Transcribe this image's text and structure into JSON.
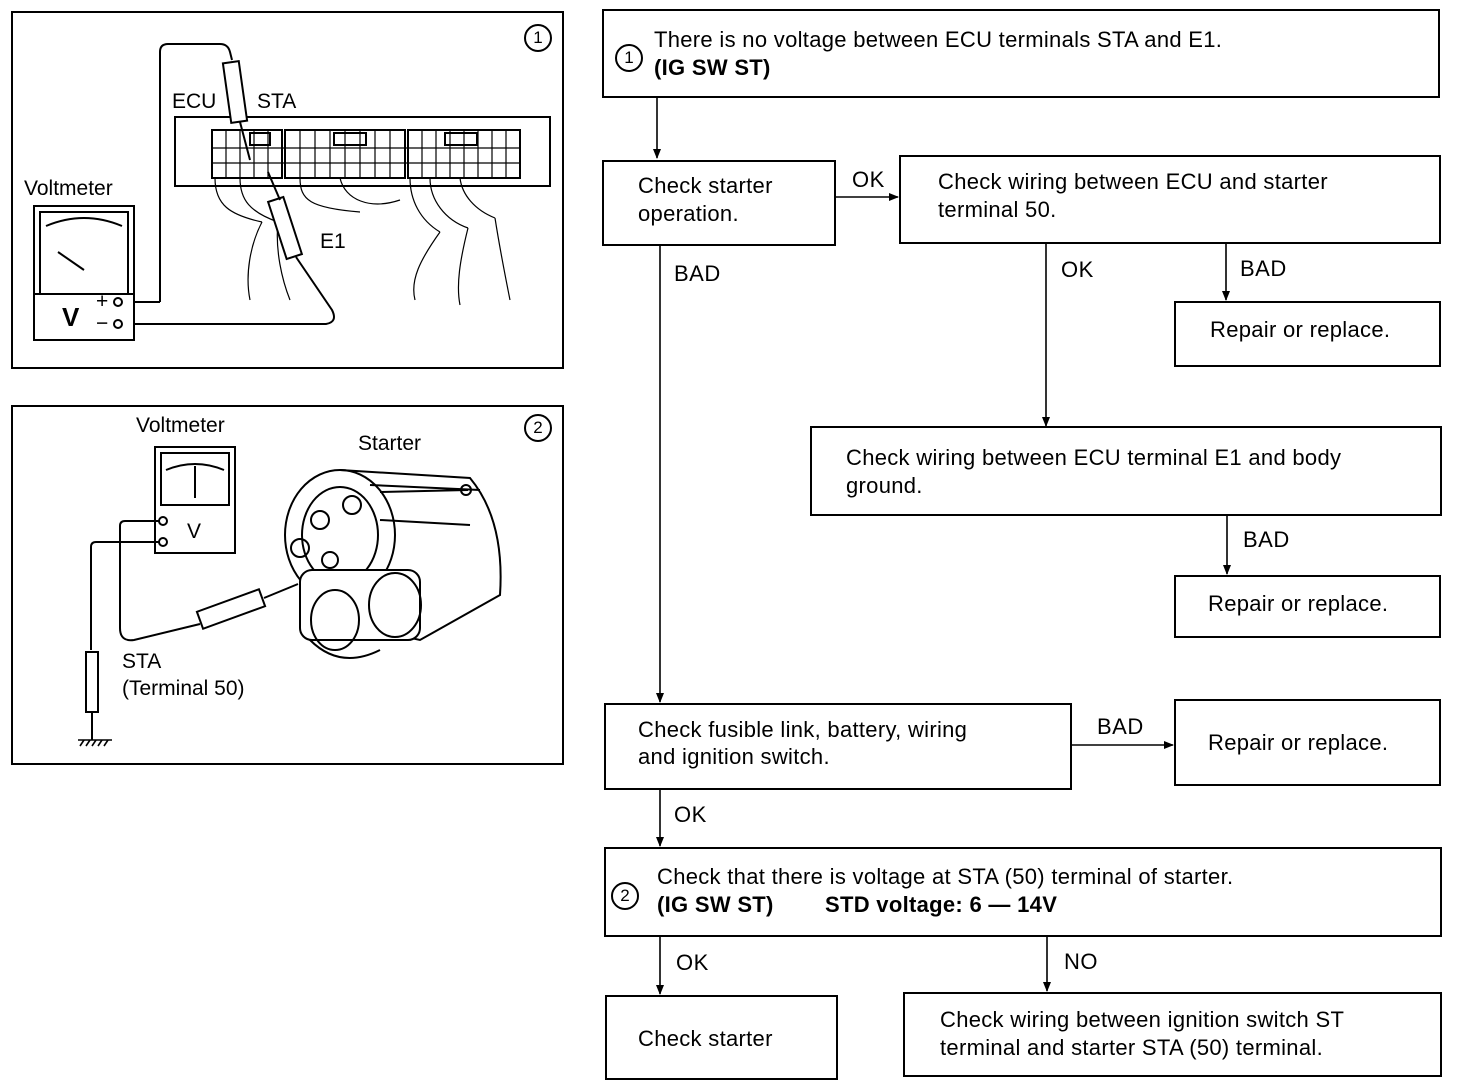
{
  "illustration1": {
    "number": "1",
    "labels": {
      "ecu": "ECU",
      "sta": "STA",
      "voltmeter": "Voltmeter",
      "e1": "E1",
      "v": "V",
      "plus": "+",
      "minus": "−"
    }
  },
  "illustration2": {
    "number": "2",
    "labels": {
      "voltmeter": "Voltmeter",
      "starter": "Starter",
      "v": "V",
      "sta": "STA",
      "terminal": "(Terminal 50)"
    }
  },
  "flow": {
    "step1": {
      "number": "1",
      "line1": "There is no voltage between ECU terminals STA and E1.",
      "line2": "(IG SW ST)"
    },
    "check_starter_op": {
      "line1": "Check starter",
      "line2": "operation."
    },
    "check_wiring_starter50": {
      "line1": "Check wiring between ECU and starter",
      "line2": "terminal 50."
    },
    "repair1": "Repair or replace.",
    "check_wiring_e1": {
      "line1": "Check wiring between ECU terminal E1 and body",
      "line2": "ground."
    },
    "repair2": "Repair or replace.",
    "check_fusible": {
      "line1": "Check fusible link, battery, wiring",
      "line2": "and ignition switch."
    },
    "repair3": "Repair or replace.",
    "step2": {
      "number": "2",
      "line1": "Check that there is voltage at STA (50) terminal of starter.",
      "line2a": "(IG SW ST)",
      "line2b": "STD voltage:  6 — 14V"
    },
    "check_starter": "Check starter",
    "check_wiring_ig": {
      "line1": "Check wiring between ignition switch ST",
      "line2": "terminal and starter STA (50) terminal."
    },
    "arrow_labels": {
      "ok1": "OK",
      "bad1": "BAD",
      "ok2": "OK",
      "bad2": "BAD",
      "bad3": "BAD",
      "bad4": "BAD",
      "ok3": "OK",
      "ok4": "OK",
      "no": "NO"
    }
  }
}
